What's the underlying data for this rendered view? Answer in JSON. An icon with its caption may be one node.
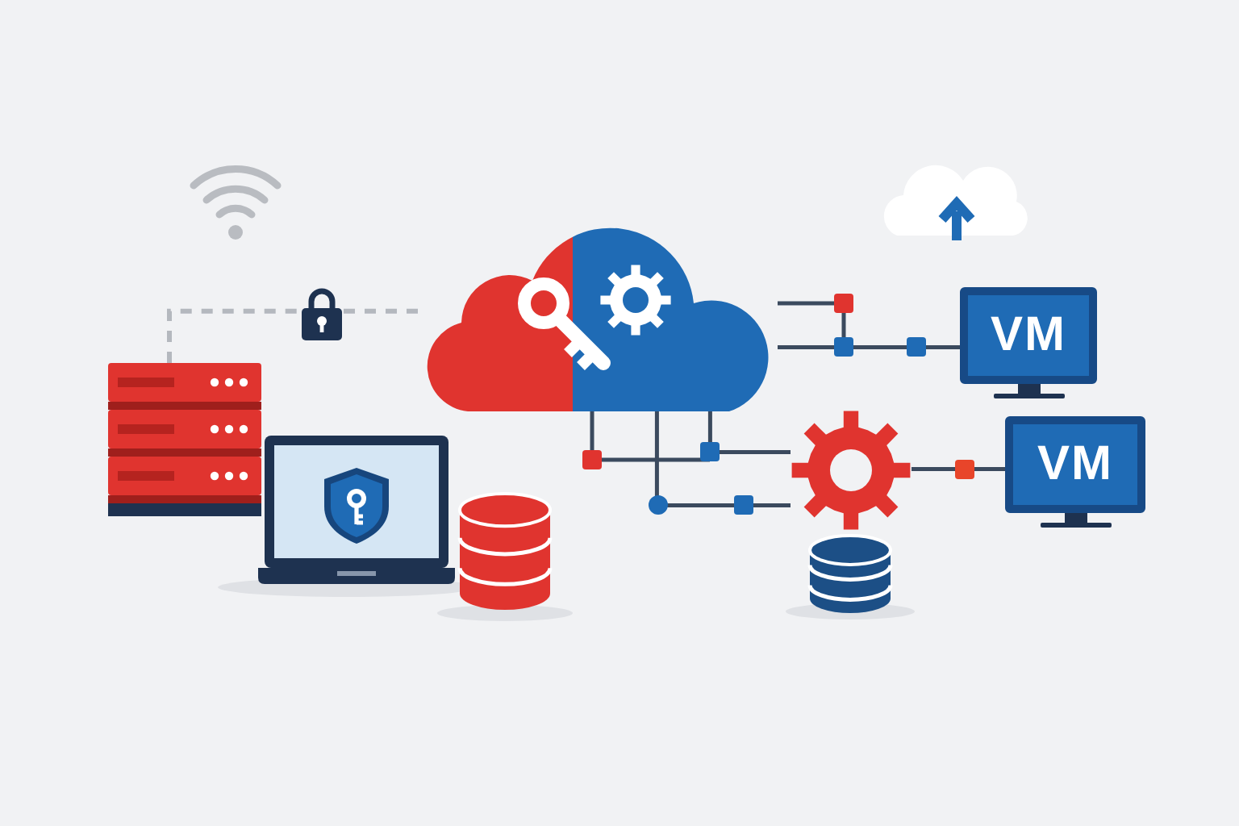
{
  "diagram": {
    "nodes": [
      {
        "text": [],
        "shape": "picture"
      },
      {
        "text": [],
        "shape": "picture"
      },
      {
        "text": [],
        "shape": "picture"
      },
      {
        "text": [
          "VM"
        ]
      },
      {
        "text": [],
        "shape": "picture"
      },
      {
        "text": [],
        "shape": "cylinder"
      },
      {
        "text": [],
        "shape": "picture"
      },
      {
        "text": [
          "VM"
        ]
      },
      {
        "text": [],
        "shape": "cylinder"
      }
    ],
    "edges": [
      {
        "from": 0,
        "to": 1,
        "arrow": "none",
        "style": "dashed",
        "color": "#b4b8be"
      },
      {
        "from": 1,
        "to": 2,
        "arrow": "none",
        "style": "dashed",
        "color": "#b4b8be"
      },
      {
        "from": 2,
        "to": 3,
        "arrow": "none"
      },
      {
        "from": 2,
        "to": 6,
        "arrow": "none"
      },
      {
        "from": 2,
        "to": 6,
        "arrow": "none"
      },
      {
        "from": 6,
        "to": 7,
        "arrow": "none"
      }
    ]
  }
}
